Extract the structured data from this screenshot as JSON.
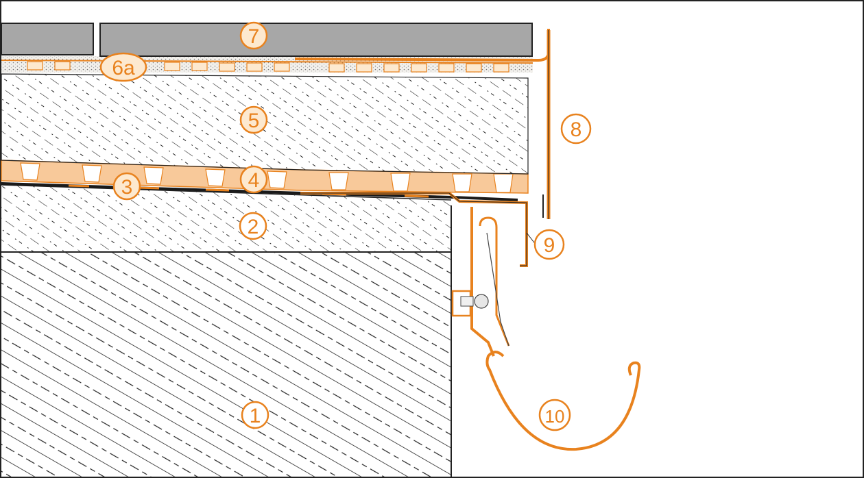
{
  "diagram": {
    "labels": {
      "l1": "1",
      "l2": "2",
      "l3": "3",
      "l4": "4",
      "l5": "5",
      "l6a": "6a",
      "l7": "7",
      "l8": "8",
      "l9": "9",
      "l10": "10"
    }
  },
  "colors": {
    "accent": "#e8821e",
    "callout_fill": "#fde9cf",
    "tile": "#a7a7a7",
    "membrane_fill": "#f8c99a",
    "line": "#222222"
  }
}
